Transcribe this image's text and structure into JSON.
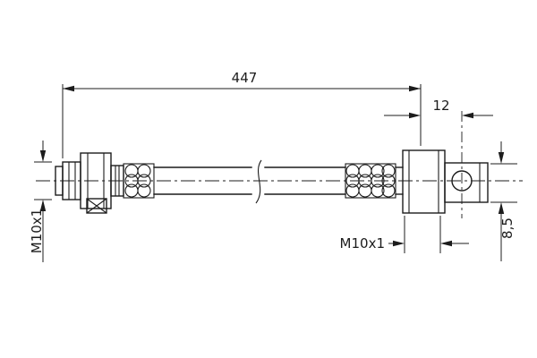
{
  "drawing": {
    "type": "technical-drawing",
    "subject": "brake hose side view with dimensions",
    "background": "#ffffff",
    "line_color": "#1c1c1c",
    "labels": {
      "overall_length": "447",
      "eye_offset": "12",
      "thread_left": "M10x1",
      "thread_right": "M10x1",
      "eye_thickness": "8,5"
    }
  }
}
